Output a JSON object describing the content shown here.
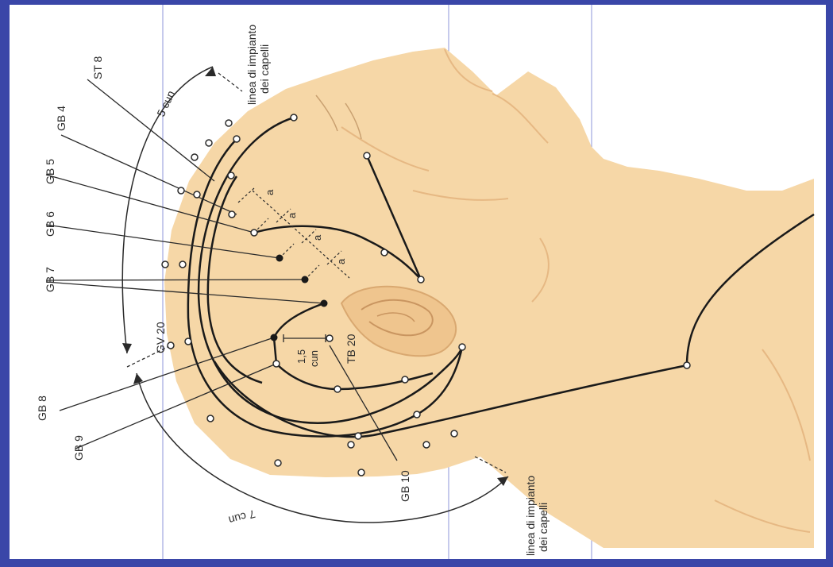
{
  "colors": {
    "frame": "#3a46a8",
    "skin": "#f6d7a7",
    "skin_shadow": "#e6b883",
    "line": "#1a1a1a",
    "guide": "#8d95d8"
  },
  "labels": {
    "st8": "ST 8",
    "gb4": "GB 4",
    "gb5": "GB 5",
    "gb6": "GB 6",
    "gb7": "GB 7",
    "gb8": "GB 8",
    "gb9": "GB 9",
    "gb10": "GB 10",
    "gv20": "GV 20",
    "tb20": "TB 20",
    "cun_5": "5 cun",
    "cun_7": "7 cun",
    "cun_15": "1,5",
    "cun_15_unit": "cun",
    "seg_a": "a",
    "hairline_1": "linea di impianto",
    "hairline_2": "dei capelli"
  }
}
